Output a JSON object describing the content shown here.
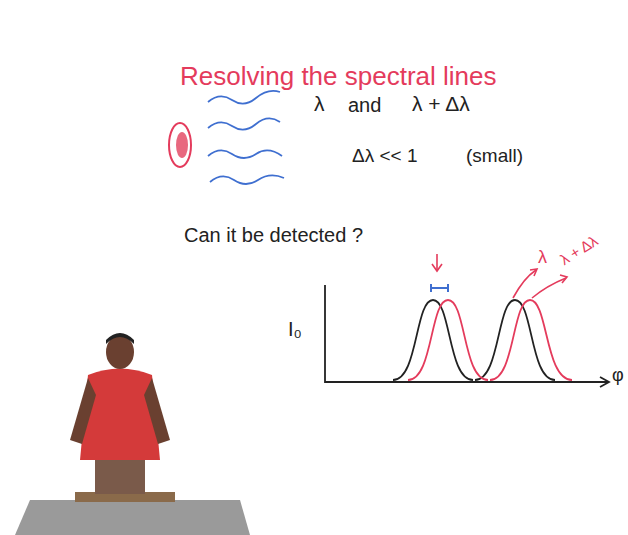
{
  "diagram": {
    "title": "Resolving the spectral lines",
    "labels": [
      "λ",
      "and",
      "λ + Δλ",
      "Δλ << 1",
      "(small)",
      "Can it be detected ?",
      "I₀",
      "φ",
      "λ",
      "λ + Δλ"
    ]
  }
}
